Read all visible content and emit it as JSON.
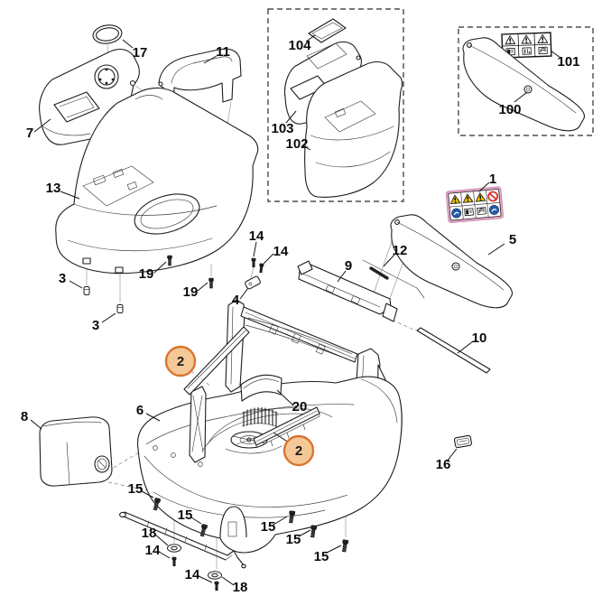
{
  "figure": {
    "kind": "exploded-parts-diagram",
    "subject": "lawn mower housing assembly",
    "background": "#ffffff"
  },
  "colors": {
    "line": "#1c1c1c",
    "callout_text": "#0a0a0a",
    "highlight_fill": "#f5c997",
    "highlight_stroke": "#d9742e",
    "sticker_border": "#e7a6c8",
    "warning_yellow": "#f2c500",
    "prohibition_red": "#d63333",
    "mandatory_blue": "#2458a8"
  },
  "callouts": {
    "c17": {
      "text": "17"
    },
    "c7": {
      "text": "7"
    },
    "c11": {
      "text": "11"
    },
    "c13": {
      "text": "13"
    },
    "c104": {
      "text": "104"
    },
    "c103": {
      "text": "103"
    },
    "c102": {
      "text": "102"
    },
    "c101": {
      "text": "101"
    },
    "c100": {
      "text": "100"
    },
    "c1": {
      "text": "1"
    },
    "c5": {
      "text": "5"
    },
    "c12": {
      "text": "12"
    },
    "c9": {
      "text": "9"
    },
    "c14a": {
      "text": "14"
    },
    "c14b": {
      "text": "14"
    },
    "c4": {
      "text": "4"
    },
    "c19a": {
      "text": "19"
    },
    "c19b": {
      "text": "19"
    },
    "c3a": {
      "text": "3"
    },
    "c3b": {
      "text": "3"
    },
    "c10": {
      "text": "10"
    },
    "c2a": {
      "text": "2",
      "highlighted": true
    },
    "c2b": {
      "text": "2",
      "highlighted": true
    },
    "c6": {
      "text": "6"
    },
    "c8": {
      "text": "8"
    },
    "c20": {
      "text": "20"
    },
    "c16": {
      "text": "16"
    },
    "c15a": {
      "text": "15"
    },
    "c15b": {
      "text": "15"
    },
    "c15c": {
      "text": "15"
    },
    "c15d": {
      "text": "15"
    },
    "c15e": {
      "text": "15"
    },
    "c18a": {
      "text": "18"
    },
    "c14c": {
      "text": "14"
    },
    "c14d": {
      "text": "14"
    },
    "c18b": {
      "text": "18"
    }
  },
  "stickers": {
    "part1_pictograms": [
      "warning-triangle",
      "warning-triangle",
      "warning-triangle",
      "prohibition",
      "mandatory-blue",
      "read-manual",
      "rotating-blade",
      "mandatory-blue"
    ],
    "part101_pictograms": [
      "warning-triangle",
      "warning-triangle",
      "warning-triangle",
      "read-manual",
      "maintenance",
      "rotating-blade"
    ]
  }
}
